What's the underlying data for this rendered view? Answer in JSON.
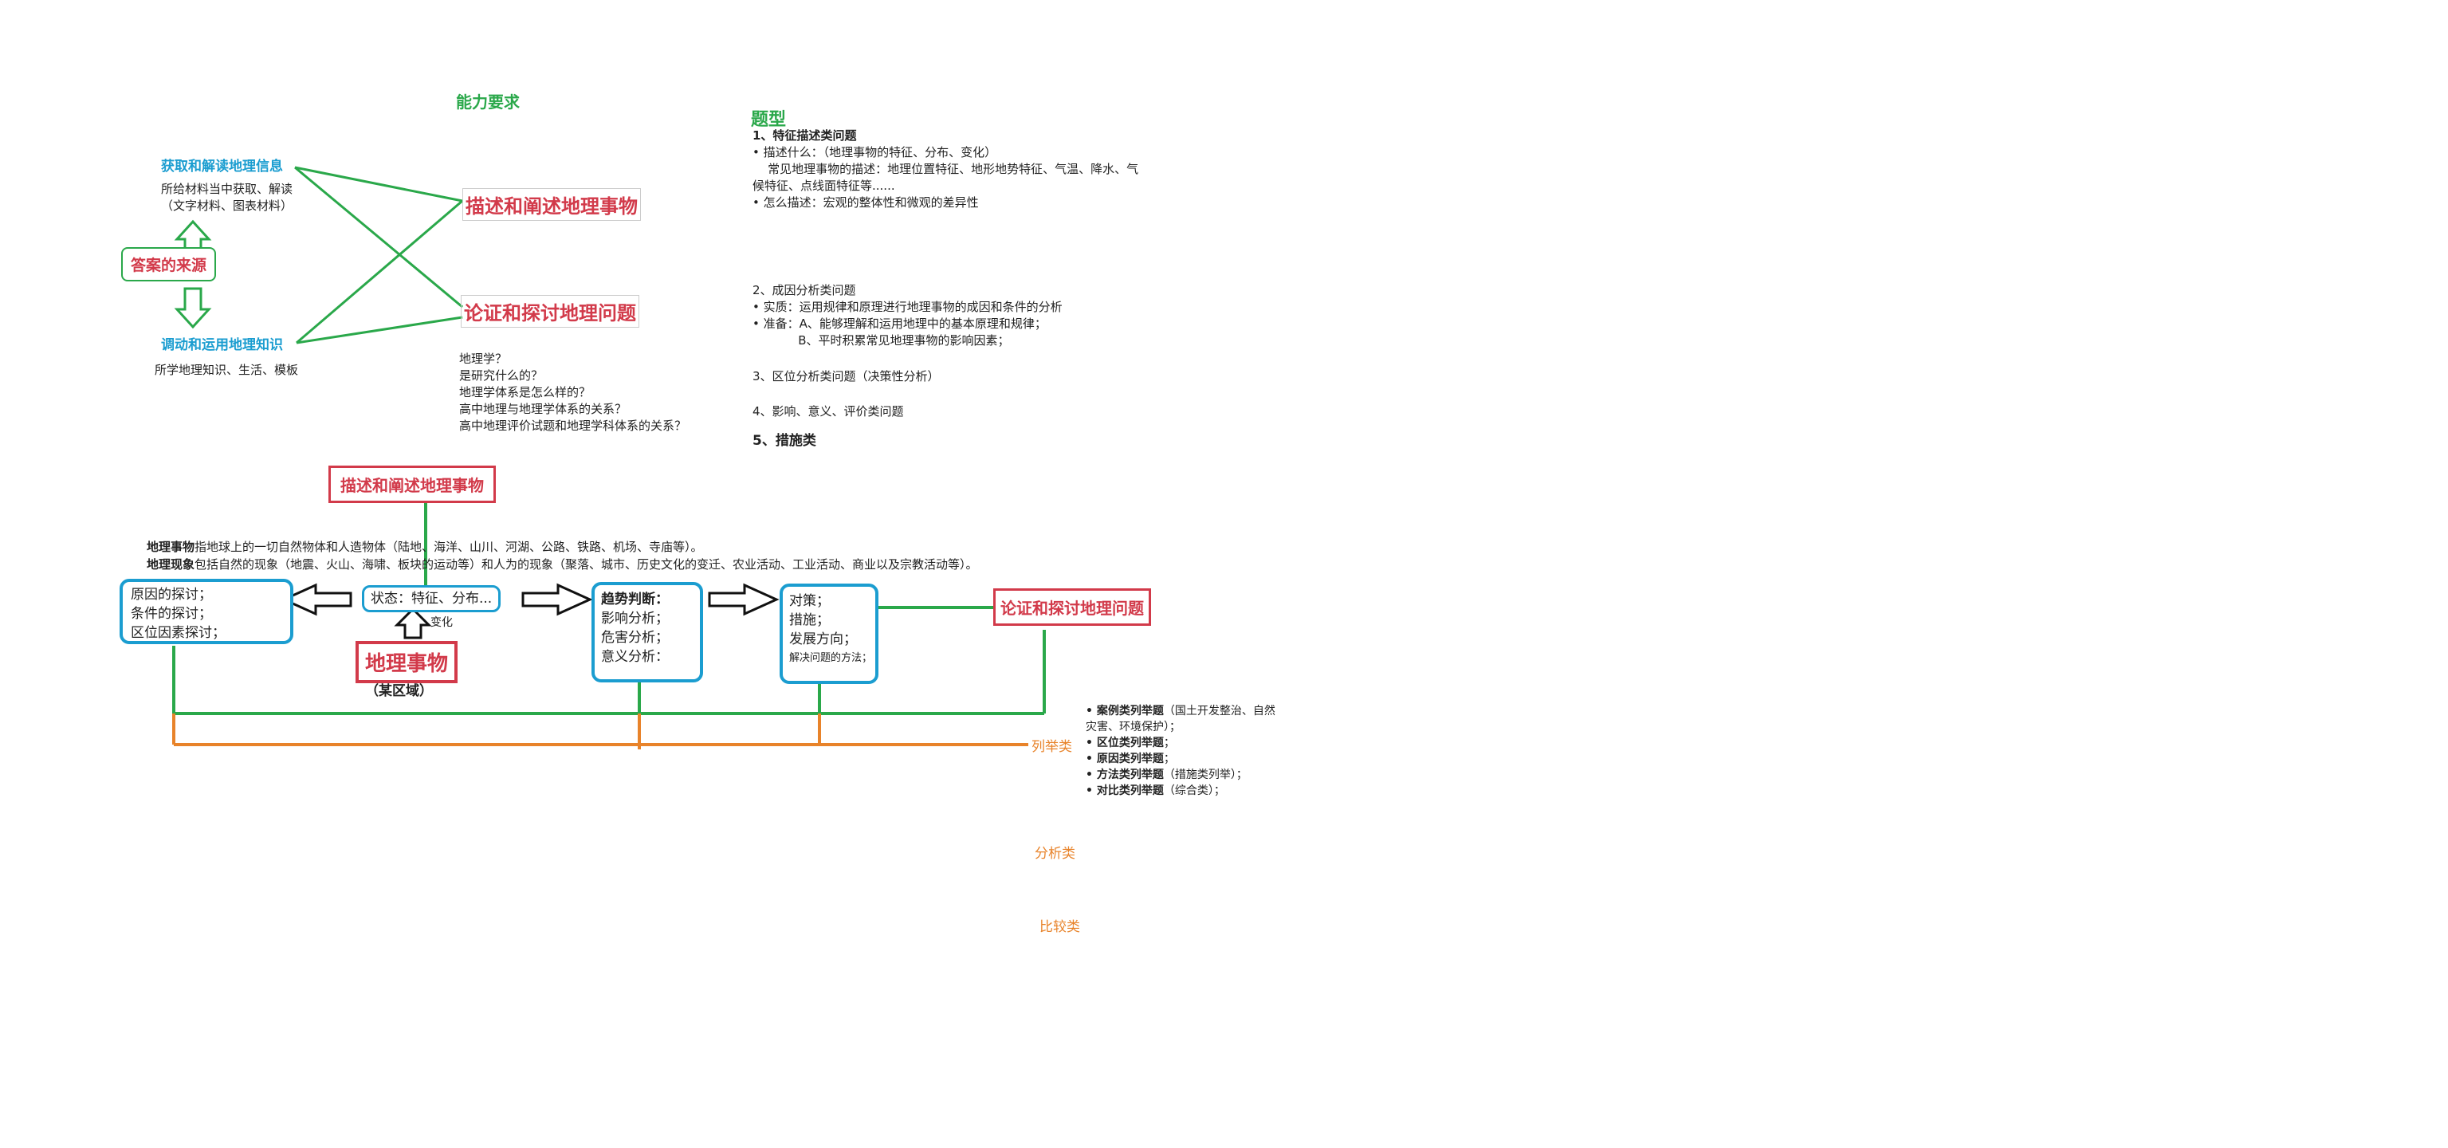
{
  "top": {
    "ability_title": "能力要求",
    "question_type_title": "题型",
    "acquire_label": "获取和解读地理信息",
    "acquire_desc_1": "所给材料当中获取、解读",
    "acquire_desc_2": "（文字材料、图表材料）",
    "answer_source": "答案的来源",
    "mobilize_label": "调动和运用地理知识",
    "mobilize_desc": "所学地理知识、生活、模板",
    "describe_box": "描述和阐述地理事物",
    "argue_box": "论证和探讨地理问题",
    "questions": [
      "地理学？",
      "是研究什么的？",
      "地理学体系是怎么样的？",
      "高中地理与地理学体系的关系？",
      "高中地理评价试题和地理学科体系的关系？"
    ]
  },
  "question_types": {
    "q1_title": "1、特征描述类问题",
    "q1_lines": [
      "• 描述什么：（地理事物的特征、分布、变化）",
      "    常见地理事物的描述：地理位置特征、地形地势特征、气温、降水、气",
      "候特征、点线面特征等......",
      "• 怎么描述：宏观的整体性和微观的差异性"
    ],
    "q2_title": "2、成因分析类问题",
    "q2_lines": [
      "• 实质：运用规律和原理进行地理事物的成因和条件的分析",
      "• 准备：A、能够理解和运用地理中的基本原理和规律；",
      "            B、平时积累常见地理事物的影响因素；"
    ],
    "q3_title": "3、区位分析类问题（决策性分析）",
    "q4_title": "4、影响、意义、评价类问题",
    "q5_title": "5、措施类"
  },
  "flow": {
    "top_red_box": "描述和阐述地理事物",
    "def_1_bold": "地理事物",
    "def_1_rest": "指地球上的一切自然物体和人造物体（陆地、海洋、山川、河湖、公路、铁路、机场、寺庙等）。",
    "def_2_bold": "地理现象",
    "def_2_rest": "包括自然的现象（地震、火山、海啸、板块的运动等）和人为的现象（聚落、城市、历史文化的变迁、农业活动、工业活动、商业以及宗教活动等）。",
    "cause_box": [
      "原因的探讨；",
      "条件的探讨；",
      "区位因素探讨；"
    ],
    "state_box": "状态：特征、分布...",
    "change_label": "变化",
    "geo_thing": "地理事物",
    "region_label": "（某区域）",
    "trend_box": [
      "趋势判断：",
      "影响分析；",
      "危害分析；",
      "意义分析："
    ],
    "measure_box": [
      "对策；",
      "措施；",
      "发展方向；",
      "解决问题的方法；"
    ],
    "right_red_box": "论证和探讨地理问题",
    "enumerate_label": "列举类",
    "analysis_label": "分析类",
    "compare_label": "比较类",
    "enumerate_items": [
      {
        "bold": "• 案例类列举题",
        "rest": "（国土开发整治、自然"
      },
      {
        "bold": "",
        "rest": "灾害、环境保护）；"
      },
      {
        "bold": "• 区位类列举题",
        "rest": "；"
      },
      {
        "bold": "• 原因类列举题",
        "rest": "；"
      },
      {
        "bold": "• 方法类列举题",
        "rest": "（措施类列举）；"
      },
      {
        "bold": "• 对比类列举题",
        "rest": "（综合类）；"
      }
    ]
  },
  "colors": {
    "green": "#2aa84a",
    "blue": "#1b9dd0",
    "red": "#d23a4a",
    "orange": "#e8832a"
  }
}
